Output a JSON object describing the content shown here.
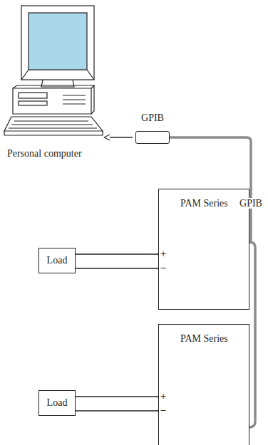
{
  "diagram": {
    "nodes": [
      {
        "text": [
          "Personal computer"
        ]
      },
      {
        "text": [
          "GPIB"
        ]
      },
      {
        "text": [
          "PAM Series"
        ]
      },
      {
        "text": [
          "Load"
        ]
      },
      {
        "text": [
          "PAM Series"
        ]
      },
      {
        "text": [
          "Load"
        ]
      }
    ],
    "edges": [
      {
        "from": 1,
        "to": 2,
        "label": "GPIB",
        "arrow": "none"
      },
      {
        "from": 2,
        "to": 4,
        "arrow": "none"
      },
      {
        "from": 1,
        "to": 0,
        "arrow": "to"
      },
      {
        "from": 3,
        "to": 2,
        "arrow": "none"
      },
      {
        "from": 3,
        "to": 2,
        "arrow": "none"
      },
      {
        "from": 5,
        "to": 4,
        "arrow": "none"
      },
      {
        "from": 5,
        "to": 4,
        "arrow": "none"
      }
    ],
    "labels": [
      "+",
      "−",
      "+",
      "−"
    ]
  }
}
